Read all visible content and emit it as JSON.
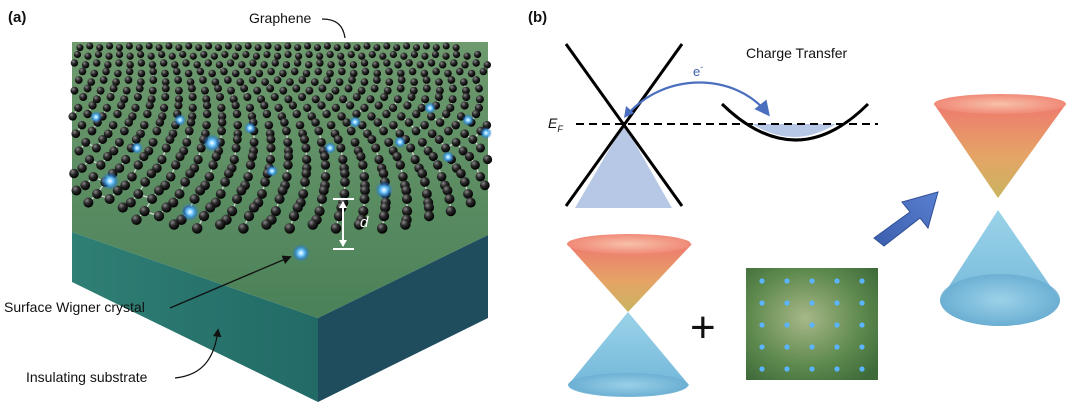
{
  "panel_a": {
    "label": "(a)",
    "graphene_label": "Graphene",
    "distance_label": "d",
    "wigner_label": "Surface Wigner crystal",
    "substrate_label": "Insulating substrate"
  },
  "panel_b": {
    "label": "(b)",
    "electron_label": "e",
    "electron_sup": "-",
    "charge_transfer_label": "Charge Transfer",
    "fermi_label": "E",
    "fermi_sub": "F",
    "plus_symbol": "+"
  },
  "colors": {
    "substrate_top": "#4f8a5c",
    "substrate_front": "#27706a",
    "substrate_side": "#1d4a5c",
    "carbon": "#1a1a1a",
    "electron": "#4fb0ff",
    "filled_band": "#b7c8e6",
    "arrow_blue": "#4a6fbf",
    "cone_top": "#e88070",
    "cone_bottom": "#7cc0de"
  }
}
